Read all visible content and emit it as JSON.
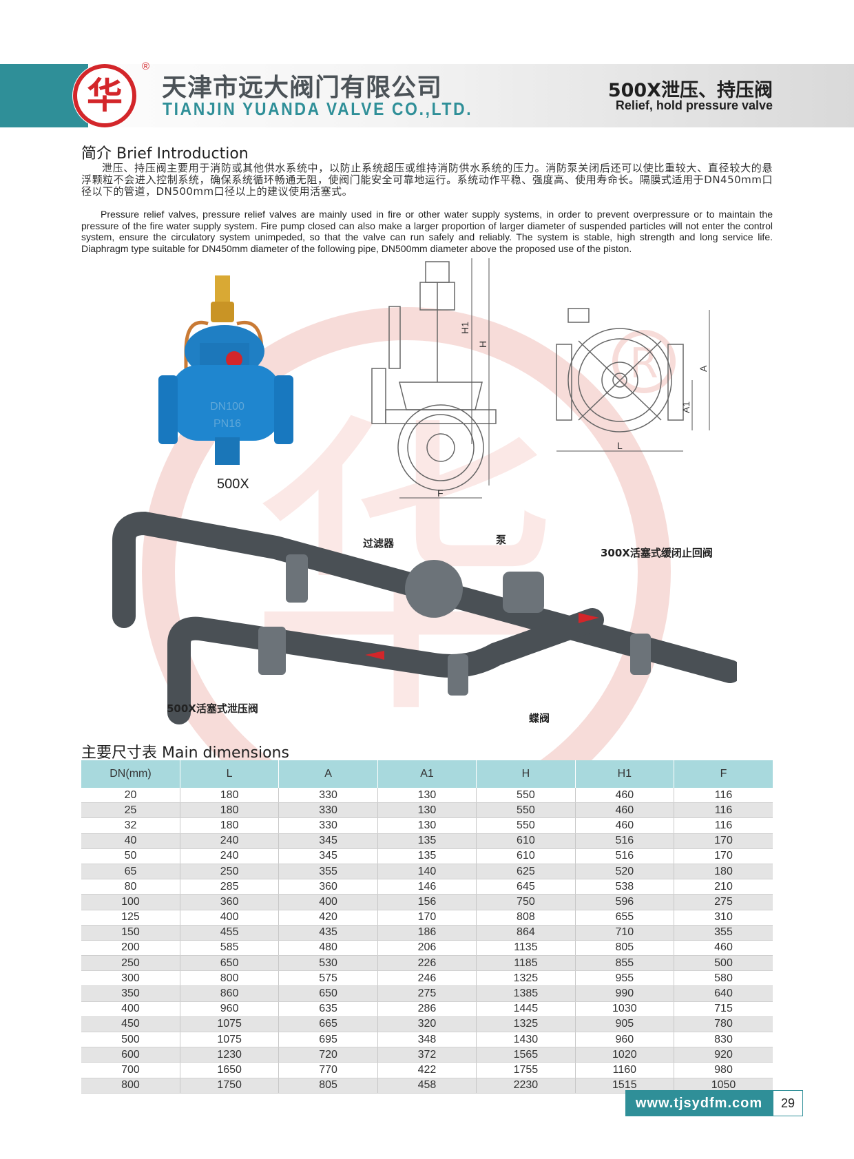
{
  "header": {
    "logo_char": "华",
    "registered_mark": "®",
    "company_cn": "天津市远大阀门有限公司",
    "company_en": "TIANJIN YUANDA VALVE CO.,LTD.",
    "product_cn": "500X泄压、持压阀",
    "product_en": "Relief, hold pressure valve",
    "accent_color": "#2f8f98",
    "logo_color": "#d3262a"
  },
  "intro": {
    "title": "简介 Brief Introduction",
    "text_cn": "泄压、持压阀主要用于消防或其他供水系统中，以防止系统超压或维持消防供水系统的压力。消防泵关闭后还可以使比重较大、直径较大的悬浮颗粒不会进入控制系统，确保系统循环畅通无阻，使阀门能安全可靠地运行。系统动作平稳、强度高、使用寿命长。隔膜式适用于DN450mm口径以下的管道，DN500mm口径以上的建议使用活塞式。",
    "text_en": "Pressure relief valves, pressure relief valves are mainly used in fire or other water supply systems, in order to prevent overpressure or to maintain the pressure of the fire water supply system. Fire pump closed can also make a larger proportion of larger diameter of suspended particles will not enter the control system, ensure the circulatory system unimpeded, so that the valve can run safely and reliably. The system is stable, high strength and long service life. Diaphragm type suitable for DN450mm diameter of the following pipe, DN500mm diameter above the proposed use of the piston."
  },
  "figures": {
    "product_caption": "500X",
    "side_view_labels": {
      "h1": "H1",
      "h": "H",
      "f": "F"
    },
    "top_view_labels": {
      "a": "A",
      "a1": "A1",
      "l": "L"
    },
    "product_text_1": "DN100",
    "product_text_2": "PN16"
  },
  "installation": {
    "filter": "过滤器",
    "pump": "泵",
    "check_valve": "300X活塞式缓闭止回阀",
    "relief_valve": "500X活塞式泄压阀",
    "butterfly_valve": "蝶阀"
  },
  "dimensions": {
    "title": "主要尺寸表 Main dimensions",
    "columns": [
      "DN(mm)",
      "L",
      "A",
      "A1",
      "H",
      "H1",
      "F"
    ],
    "rows": [
      [
        "20",
        "180",
        "330",
        "130",
        "550",
        "460",
        "116"
      ],
      [
        "25",
        "180",
        "330",
        "130",
        "550",
        "460",
        "116"
      ],
      [
        "32",
        "180",
        "330",
        "130",
        "550",
        "460",
        "116"
      ],
      [
        "40",
        "240",
        "345",
        "135",
        "610",
        "516",
        "170"
      ],
      [
        "50",
        "240",
        "345",
        "135",
        "610",
        "516",
        "170"
      ],
      [
        "65",
        "250",
        "355",
        "140",
        "625",
        "520",
        "180"
      ],
      [
        "80",
        "285",
        "360",
        "146",
        "645",
        "538",
        "210"
      ],
      [
        "100",
        "360",
        "400",
        "156",
        "750",
        "596",
        "275"
      ],
      [
        "125",
        "400",
        "420",
        "170",
        "808",
        "655",
        "310"
      ],
      [
        "150",
        "455",
        "435",
        "186",
        "864",
        "710",
        "355"
      ],
      [
        "200",
        "585",
        "480",
        "206",
        "1135",
        "805",
        "460"
      ],
      [
        "250",
        "650",
        "530",
        "226",
        "1185",
        "855",
        "500"
      ],
      [
        "300",
        "800",
        "575",
        "246",
        "1325",
        "955",
        "580"
      ],
      [
        "350",
        "860",
        "650",
        "275",
        "1385",
        "990",
        "640"
      ],
      [
        "400",
        "960",
        "635",
        "286",
        "1445",
        "1030",
        "715"
      ],
      [
        "450",
        "1075",
        "665",
        "320",
        "1325",
        "905",
        "780"
      ],
      [
        "500",
        "1075",
        "695",
        "348",
        "1430",
        "960",
        "830"
      ],
      [
        "600",
        "1230",
        "720",
        "372",
        "1565",
        "1020",
        "920"
      ],
      [
        "700",
        "1650",
        "770",
        "422",
        "1755",
        "1160",
        "980"
      ],
      [
        "800",
        "1750",
        "805",
        "458",
        "2230",
        "1515",
        "1050"
      ]
    ]
  },
  "footer": {
    "url": "www.tjsydfm.com",
    "page": "29"
  }
}
